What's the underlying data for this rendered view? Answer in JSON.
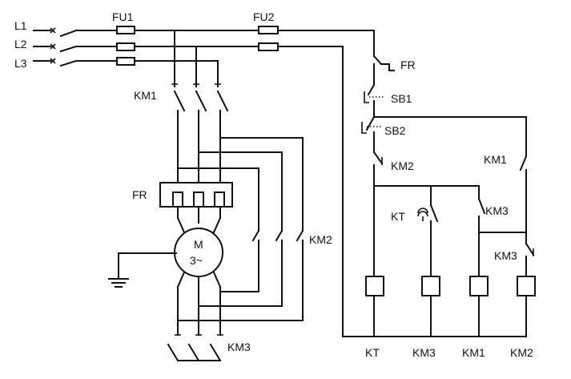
{
  "labels": {
    "l1": "L1",
    "l2": "L2",
    "l3": "L3",
    "fu1": "FU1",
    "fu2": "FU2",
    "km1_main": "KM1",
    "fr_main": "FR",
    "motor_m": "M",
    "motor_phase": "3~",
    "km2_main": "KM2",
    "km3_main": "KM3",
    "fr_ctrl": "FR",
    "sb1": "SB1",
    "sb2": "SB2",
    "km2_nc": "KM2",
    "km1_aux": "KM1",
    "kt_contact": "KT",
    "km3_no": "KM3",
    "km3_nc": "KM3",
    "coil_kt": "KT",
    "coil_km3": "KM3",
    "coil_km1": "KM1",
    "coil_km2": "KM2"
  }
}
